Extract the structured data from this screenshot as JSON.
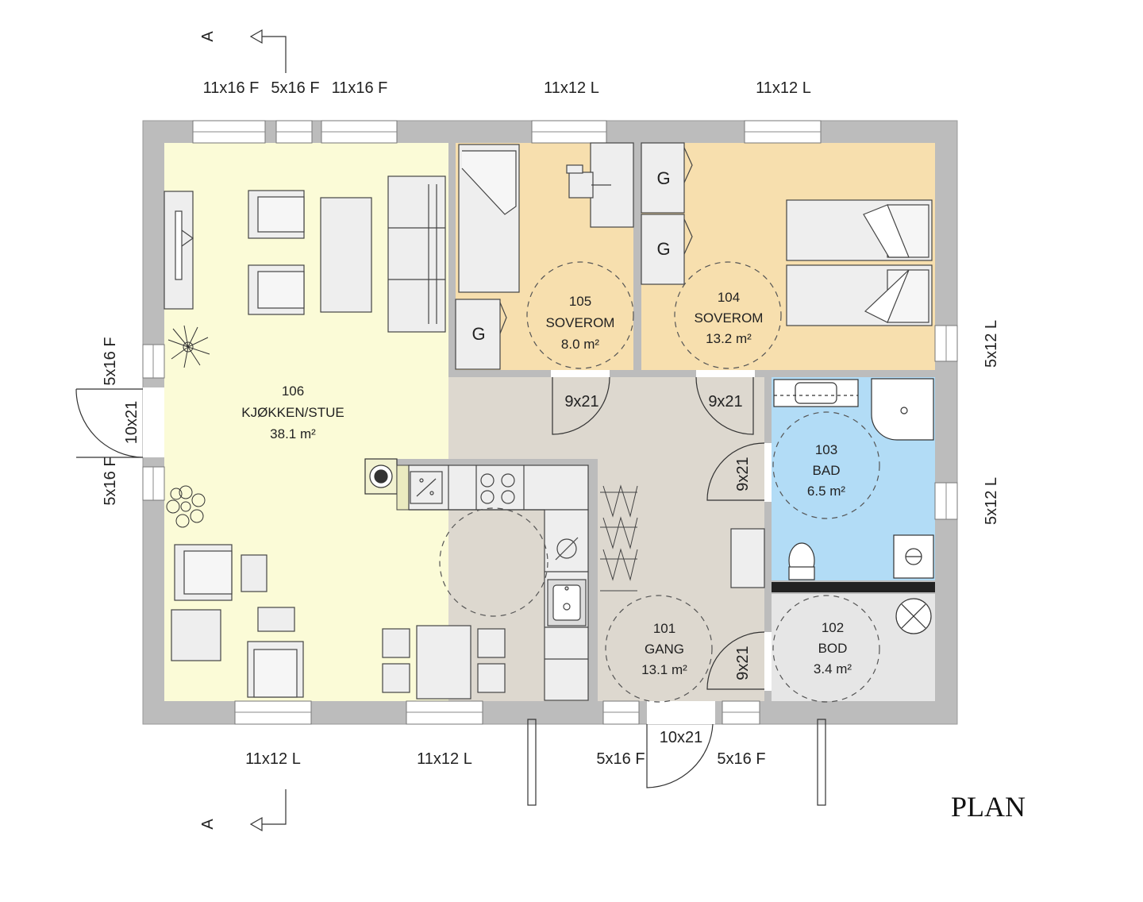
{
  "rooms": {
    "kitchen": {
      "number": "106",
      "name": "KJØKKEN/STUE",
      "area": "38.1 m²"
    },
    "bedroom_small": {
      "number": "105",
      "name": "SOVEROM",
      "area": "8.0 m²"
    },
    "bedroom_large": {
      "number": "104",
      "name": "SOVEROM",
      "area": "13.2 m²"
    },
    "bathroom": {
      "number": "103",
      "name": "BAD",
      "area": "6.5 m²"
    },
    "storage": {
      "number": "102",
      "name": "BOD",
      "area": "3.4 m²"
    },
    "hallway": {
      "number": "101",
      "name": "GANG",
      "area": "13.1 m²"
    }
  },
  "windows": {
    "top_1": "11x16 F",
    "top_2": "5x16 F",
    "top_3": "11x16 F",
    "top_4": "11x12 L",
    "top_5": "11x12 L",
    "bottom_1": "11x12 L",
    "bottom_2": "11x12 L",
    "bottom_3": "5x16 F",
    "bottom_4": "5x16 F",
    "left_1": "5x16 F",
    "left_2": "5x16 F",
    "right_1": "5x12 L",
    "right_2": "5x12 L"
  },
  "doors": {
    "front": "10x21",
    "left": "10x21",
    "bedroom_small": "9x21",
    "bedroom_large": "9x21",
    "bathroom": "9x21",
    "storage": "9x21"
  },
  "wardrobe_label": "G",
  "section_marker": "A",
  "plan_title": "PLAN",
  "colors": {
    "wall": "#bcbcbc",
    "kitchen_floor": "#fbfbd7",
    "bedroom_floor": "#f7dfae",
    "hall_floor": "#ddd8cf",
    "bath_floor": "#b2dcf6",
    "storage_floor": "#e6e6e6"
  }
}
